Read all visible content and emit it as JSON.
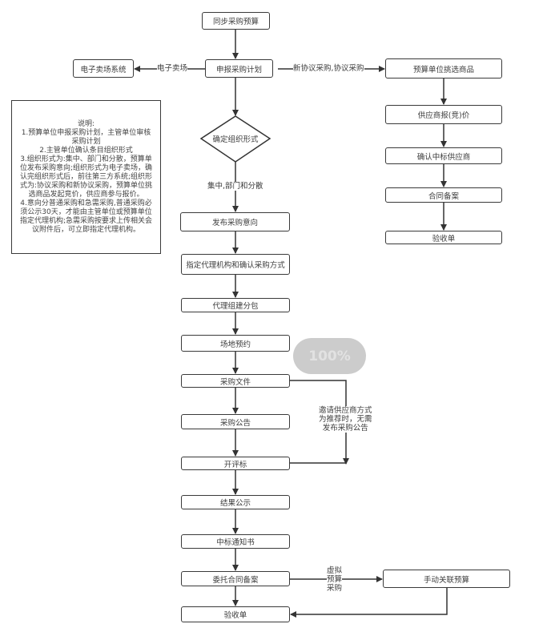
{
  "flowchart": {
    "nodes": {
      "sync_budget": "同步采购预算",
      "submit_plan": "申报采购计划",
      "emall_system": "电子卖场系统",
      "select_goods": "预算单位挑选商品",
      "supplier_quote": "供应商报(竞)价",
      "confirm_winner": "确认中标供应商",
      "contract_filing_right": "合同备案",
      "acceptance_right": "验收单",
      "decide_form": "确定组织形式",
      "publish_intent": "发布采购意向",
      "designate_agent": "指定代理机构和确认采购方式",
      "agent_package": "代理组建分包",
      "venue_booking": "场地预约",
      "proc_docs": "采购文件",
      "proc_notice": "采购公告",
      "bid_opening": "开评标",
      "result_publicity": "结果公示",
      "award_notice": "中标通知书",
      "entrust_contract": "委托合同备案",
      "acceptance": "验收单",
      "manual_link_budget": "手动关联预算"
    },
    "edge_labels": {
      "emall": "电子卖场",
      "agreement": "新协议采购,协议采购",
      "centralized": "集中,部门和分散",
      "invite_supplier": [
        "邀请供应商方式",
        "为推荐时，无需",
        "发布采购公告"
      ],
      "virtual_budget": [
        "虚拟",
        "预算",
        "采购"
      ]
    }
  },
  "note": {
    "lines": [
      "说明:",
      "1.预算单位申报采购计划，主管单位审核",
      "采购计划",
      "2.主管单位确认条目组织形式",
      "3.组织形式为:集中、部门和分散，预算单",
      "位发布采购意向;组织形式为电子卖场，确",
      "认完组织形式后，前往第三方系统;组织形",
      "式为:协议采购和新协议采购，预算单位挑",
      "选商品发起竞价，供应商参与报价。",
      "4.意向分普通采购和急需采购,普通采购必",
      "须公示30天，才能由主管单位或预算单位",
      "指定代理机构;急需采购按要求上传相关会",
      "议附件后，可立即指定代理机构。"
    ]
  },
  "zoom_indicator": "100%"
}
